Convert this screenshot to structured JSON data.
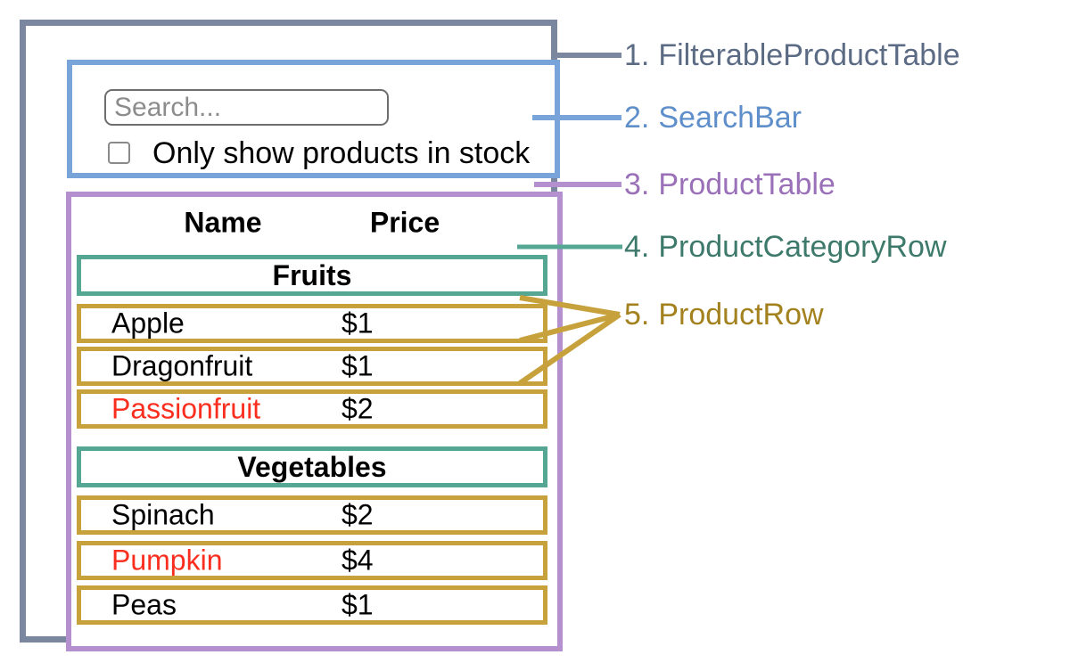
{
  "colors": {
    "filterable_product_table": "#7A879E",
    "search_bar": "#78A4D9",
    "product_table": "#B491CE",
    "product_category_row": "#55A794",
    "product_row": "#C6A13C",
    "out_of_stock_text": "#FA2E1E"
  },
  "search_bar": {
    "input_placeholder": "Search...",
    "input_value": "",
    "checkbox_checked": false,
    "checkbox_label": "Only show products in stock"
  },
  "product_table": {
    "headers": {
      "name": "Name",
      "price": "Price"
    },
    "sections": [
      {
        "category": "Fruits",
        "rows": [
          {
            "name": "Apple",
            "price": "$1",
            "out_of_stock": false
          },
          {
            "name": "Dragonfruit",
            "price": "$1",
            "out_of_stock": false
          },
          {
            "name": "Passionfruit",
            "price": "$2",
            "out_of_stock": true
          }
        ]
      },
      {
        "category": "Vegetables",
        "rows": [
          {
            "name": "Spinach",
            "price": "$2",
            "out_of_stock": false
          },
          {
            "name": "Pumpkin",
            "price": "$4",
            "out_of_stock": true
          },
          {
            "name": "Peas",
            "price": "$1",
            "out_of_stock": false
          }
        ]
      }
    ]
  },
  "legend": [
    {
      "number": "1.",
      "name": "FilterableProductTable"
    },
    {
      "number": "2.",
      "name": "SearchBar"
    },
    {
      "number": "3.",
      "name": "ProductTable"
    },
    {
      "number": "4.",
      "name": "ProductCategoryRow"
    },
    {
      "number": "5.",
      "name": "ProductRow"
    }
  ]
}
